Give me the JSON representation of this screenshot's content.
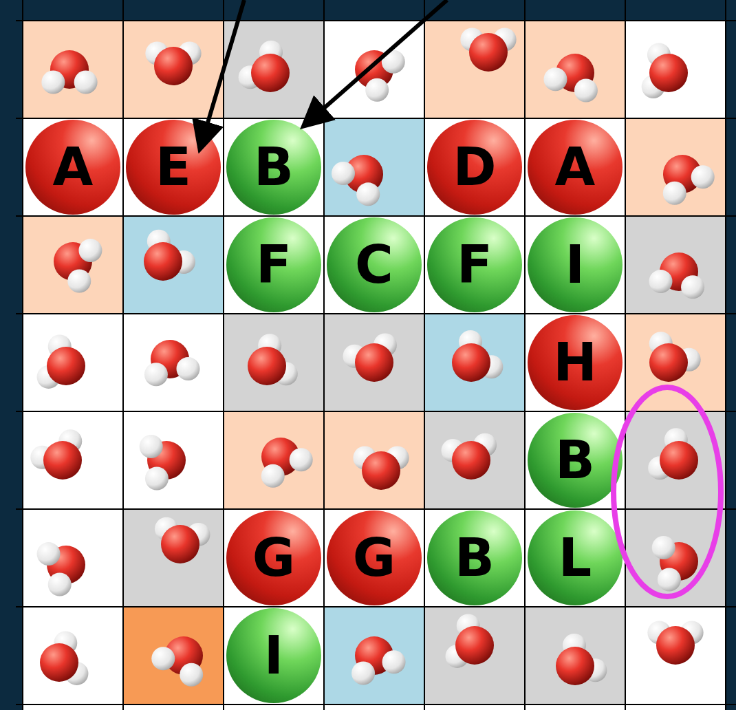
{
  "diagram": {
    "nodes": [
      {
        "text": [
          "A"
        ]
      },
      {
        "text": [
          "E"
        ]
      },
      {
        "text": [
          "B"
        ]
      },
      {
        "text": [
          "D"
        ]
      },
      {
        "text": [
          "A"
        ]
      },
      {
        "text": [
          "F"
        ]
      },
      {
        "text": [
          "C"
        ]
      },
      {
        "text": [
          "F"
        ]
      },
      {
        "text": [
          "I"
        ]
      },
      {
        "text": [
          "H"
        ]
      },
      {
        "text": [
          "B"
        ]
      },
      {
        "text": [
          "G"
        ]
      },
      {
        "text": [
          "G"
        ]
      },
      {
        "text": [
          "B"
        ]
      },
      {
        "text": [
          "L"
        ]
      },
      {
        "text": [
          "I"
        ]
      }
    ]
  }
}
